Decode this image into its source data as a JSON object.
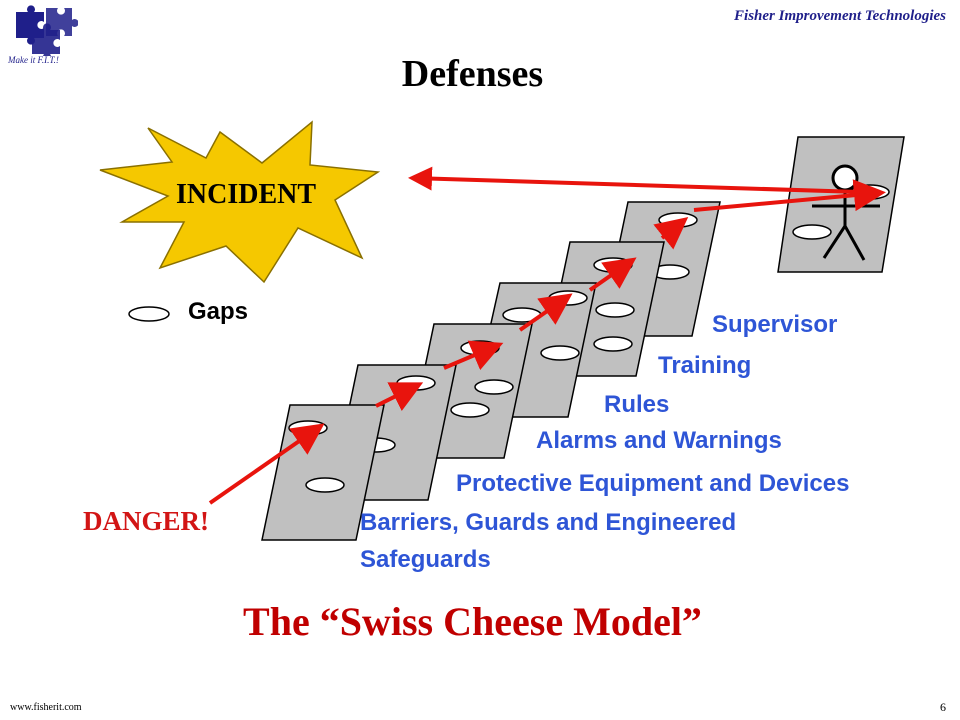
{
  "header": {
    "company": "Fisher Improvement Technologies",
    "tagline": "Make it F.I.T.!",
    "title": "Defenses"
  },
  "incident_label": "INCIDENT",
  "legend": {
    "gaps_label": "Gaps"
  },
  "danger_label": "DANGER!",
  "layers": [
    {
      "label_line1": "Barriers, Guards and Engineered",
      "label_line2": "Safeguards"
    },
    {
      "label": "Protective Equipment and Devices"
    },
    {
      "label": "Alarms and Warnings"
    },
    {
      "label": "Rules"
    },
    {
      "label": "Training"
    },
    {
      "label": "Supervisor"
    }
  ],
  "caption": "The “Swiss Cheese Model”",
  "footer": {
    "url": "www.fisherit.com",
    "page": "6"
  },
  "colors": {
    "layer_fill": "#c0c0c0",
    "burst_fill": "#f5c800",
    "arrow": "#e8140d",
    "label_blue": "#2e55d6",
    "caption_red": "#c00000",
    "logo_blue": "#1f1f8a"
  }
}
